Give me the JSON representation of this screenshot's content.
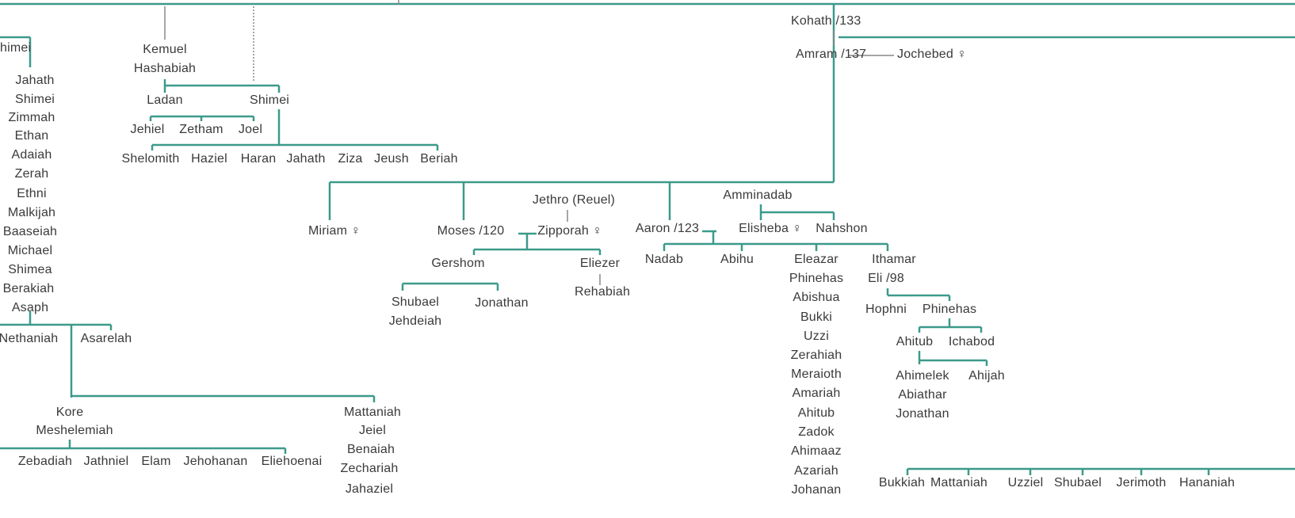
{
  "names": {
    "shimei_top": "himei",
    "kemuel": "Kemuel",
    "hashabiah": "Hashabiah",
    "ladan": "Ladan",
    "shimei_b": "Shimei",
    "jehiel": "Jehiel",
    "zetham": "Zetham",
    "joel": "Joel",
    "shelomith": "Shelomith",
    "haziel": "Haziel",
    "haran": "Haran",
    "jahath_b": "Jahath",
    "ziza": "Ziza",
    "jeush": "Jeush",
    "beriah": "Beriah",
    "jahath": "Jahath",
    "shimei_l": "Shimei",
    "zimmah": "Zimmah",
    "ethan": "Ethan",
    "adaiah": "Adaiah",
    "zerah": "Zerah",
    "ethni": "Ethni",
    "malkijah": "Malkijah",
    "baaseiah": "Baaseiah",
    "michael": "Michael",
    "shimea": "Shimea",
    "berakiah": "Berakiah",
    "asaph": "Asaph",
    "nethaniah": "Nethaniah",
    "asarelah": "Asarelah",
    "kore": "Kore",
    "meshelemiah": "Meshelemiah",
    "mattaniah_a": "Mattaniah",
    "jeiel": "Jeiel",
    "benaiah": "Benaiah",
    "zechariah": "Zechariah",
    "jahaziel": "Jahaziel",
    "zebadiah": "Zebadiah",
    "jathniel": "Jathniel",
    "elam": "Elam",
    "jehohanan": "Jehohanan",
    "eliehoenai": "Eliehoenai",
    "kohath": "Kohath /133",
    "amram": "Amram /137",
    "jochebed": "Jochebed ♀",
    "miriam": "Miriam ♀",
    "moses": "Moses /120",
    "jethro": "Jethro (Reuel)",
    "zipporah": "Zipporah ♀",
    "gershom": "Gershom",
    "eliezer": "Eliezer",
    "shubael": "Shubael",
    "jehdeiah": "Jehdeiah",
    "jonathan_g": "Jonathan",
    "rehabiah": "Rehabiah",
    "amminadab": "Amminadab",
    "aaron": "Aaron /123",
    "elisheba": "Elisheba ♀",
    "nahshon": "Nahshon",
    "nadab": "Nadab",
    "abihu": "Abihu",
    "eleazar": "Eleazar",
    "ithamar": "Ithamar",
    "eli": "Eli /98",
    "phinehas_a": "Phinehas",
    "abishua": "Abishua",
    "bukki": "Bukki",
    "uzzi": "Uzzi",
    "zerahiah": "Zerahiah",
    "meraioth": "Meraioth",
    "amariah": "Amariah",
    "ahitub_a": "Ahitub",
    "zadok": "Zadok",
    "ahimaaz": "Ahimaaz",
    "azariah": "Azariah",
    "johanan": "Johanan",
    "hophni": "Hophni",
    "phinehas_b": "Phinehas",
    "ahitub_b": "Ahitub",
    "ichabod": "Ichabod",
    "ahimelek": "Ahimelek",
    "ahijah": "Ahijah",
    "abiathar": "Abiathar",
    "jonathan_e": "Jonathan",
    "bukkiah": "Bukkiah",
    "mattaniah_b": "Mattaniah",
    "uzziel": "Uzziel",
    "shubael_b": "Shubael",
    "jerimoth": "Jerimoth",
    "hananiah": "Hananiah"
  },
  "colors": {
    "line": "#3c9a8a",
    "text": "#3a3a3a"
  }
}
